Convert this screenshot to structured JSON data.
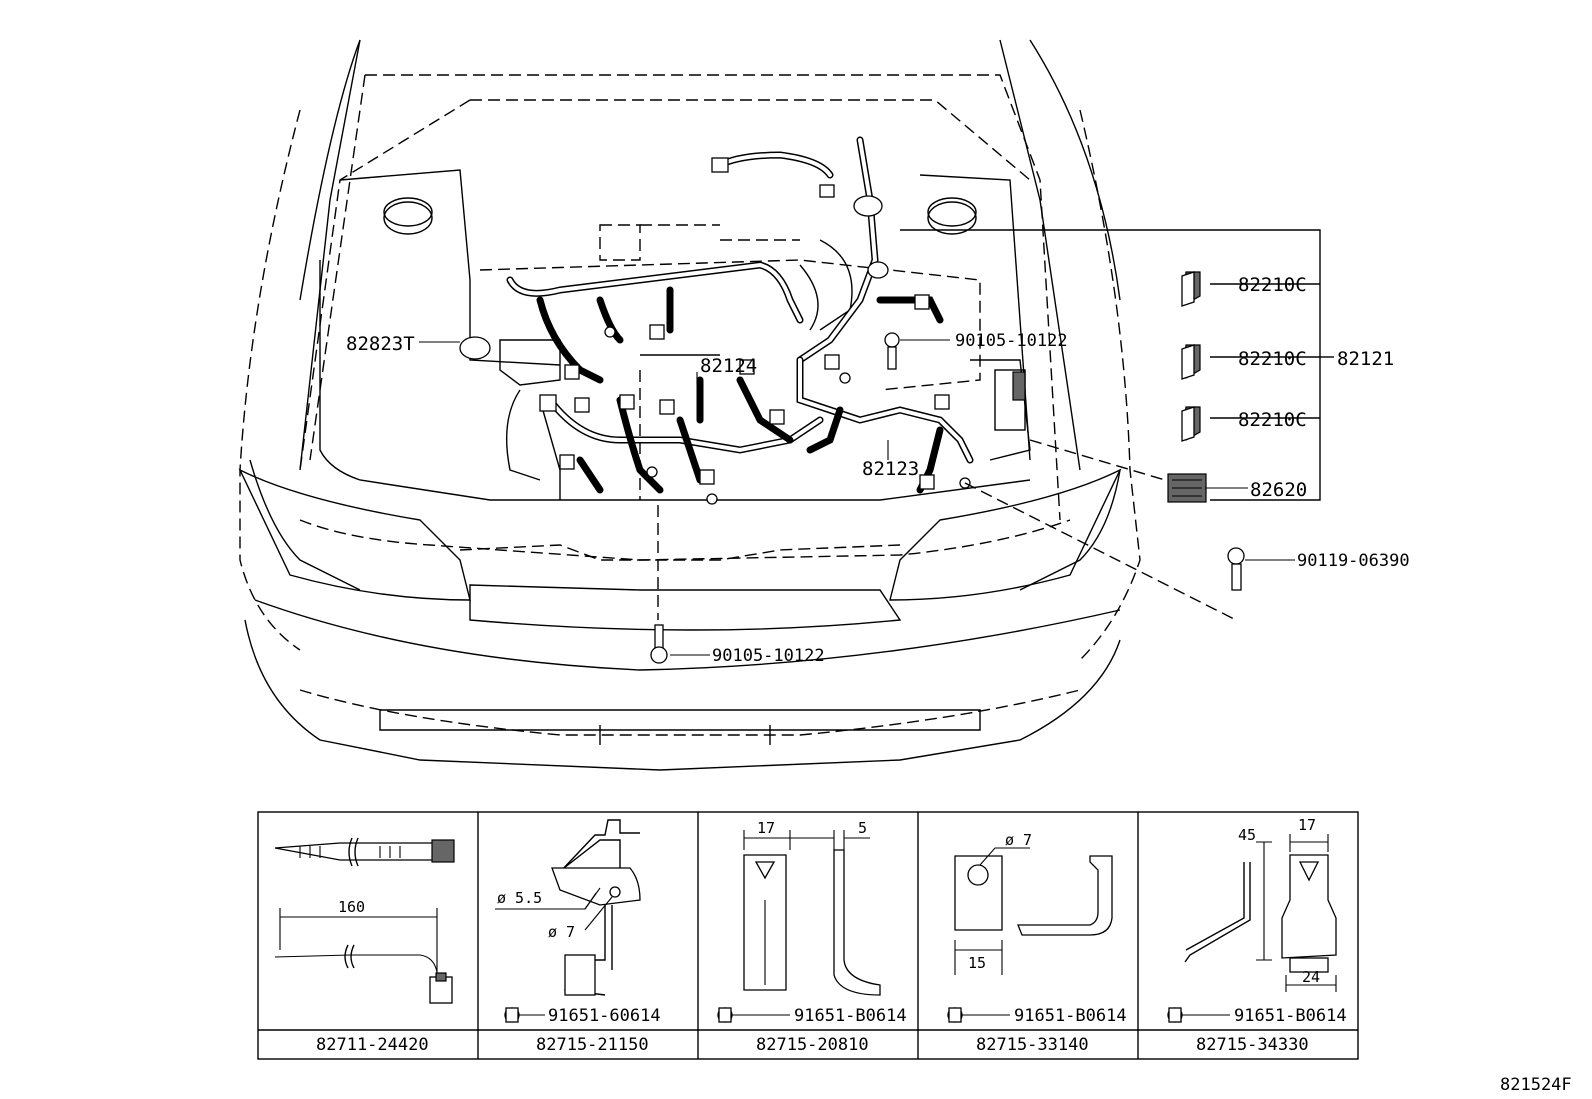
{
  "diagram_id": "821524F",
  "callouts": {
    "c_82210c_1": "82210C",
    "c_82210c_2": "82210C",
    "c_82210c_3": "82210C",
    "c_82121": "82121",
    "c_82620": "82620",
    "c_82823t": "82823T",
    "c_90105_top": "90105-10122",
    "c_82124": "82124",
    "c_82123": "82123",
    "c_90119": "90119-06390",
    "c_90105_bottom": "90105-10122"
  },
  "table": {
    "cells": [
      {
        "part_no": "82711-24420",
        "bolt_no": "",
        "dims": [
          "160"
        ]
      },
      {
        "part_no": "82715-21150",
        "bolt_no": "91651-60614",
        "dims": [
          "ø 5.5",
          "ø 7"
        ]
      },
      {
        "part_no": "82715-20810",
        "bolt_no": "91651-B0614",
        "dims": [
          "17",
          "5"
        ]
      },
      {
        "part_no": "82715-33140",
        "bolt_no": "91651-B0614",
        "dims": [
          "ø 7",
          "15"
        ]
      },
      {
        "part_no": "82715-34330",
        "bolt_no": "91651-B0614",
        "dims": [
          "45",
          "17",
          "24"
        ]
      }
    ]
  }
}
